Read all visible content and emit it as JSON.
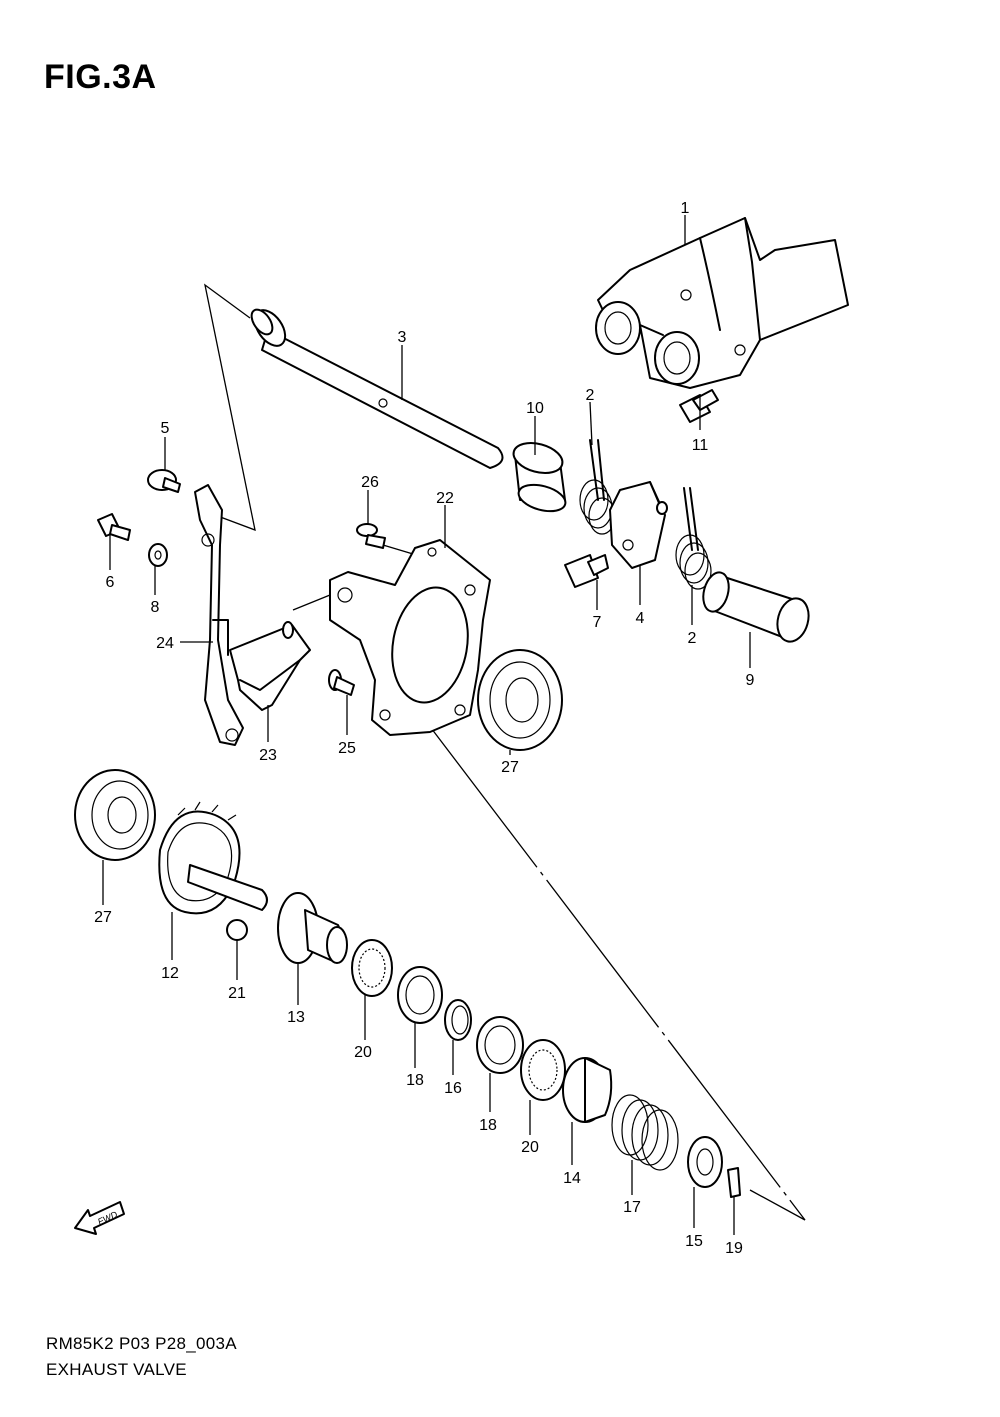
{
  "title": "FIG.3A",
  "code": "RM85K2 P03 P28_003A",
  "caption": "EXHAUST VALVE",
  "fwd_label": "FWD",
  "callouts": [
    {
      "id": "c1",
      "text": "1"
    },
    {
      "id": "c2a",
      "text": "2"
    },
    {
      "id": "c2b",
      "text": "2"
    },
    {
      "id": "c3",
      "text": "3"
    },
    {
      "id": "c4",
      "text": "4"
    },
    {
      "id": "c5",
      "text": "5"
    },
    {
      "id": "c6",
      "text": "6"
    },
    {
      "id": "c7",
      "text": "7"
    },
    {
      "id": "c8",
      "text": "8"
    },
    {
      "id": "c9",
      "text": "9"
    },
    {
      "id": "c10",
      "text": "10"
    },
    {
      "id": "c11",
      "text": "11"
    },
    {
      "id": "c12",
      "text": "12"
    },
    {
      "id": "c13",
      "text": "13"
    },
    {
      "id": "c14",
      "text": "14"
    },
    {
      "id": "c15",
      "text": "15"
    },
    {
      "id": "c16",
      "text": "16"
    },
    {
      "id": "c17",
      "text": "17"
    },
    {
      "id": "c18a",
      "text": "18"
    },
    {
      "id": "c18b",
      "text": "18"
    },
    {
      "id": "c19",
      "text": "19"
    },
    {
      "id": "c20a",
      "text": "20"
    },
    {
      "id": "c20b",
      "text": "20"
    },
    {
      "id": "c21",
      "text": "21"
    },
    {
      "id": "c22",
      "text": "22"
    },
    {
      "id": "c23",
      "text": "23"
    },
    {
      "id": "c24",
      "text": "24"
    },
    {
      "id": "c25",
      "text": "25"
    },
    {
      "id": "c26",
      "text": "26"
    },
    {
      "id": "c27a",
      "text": "27"
    },
    {
      "id": "c27b",
      "text": "27"
    }
  ]
}
